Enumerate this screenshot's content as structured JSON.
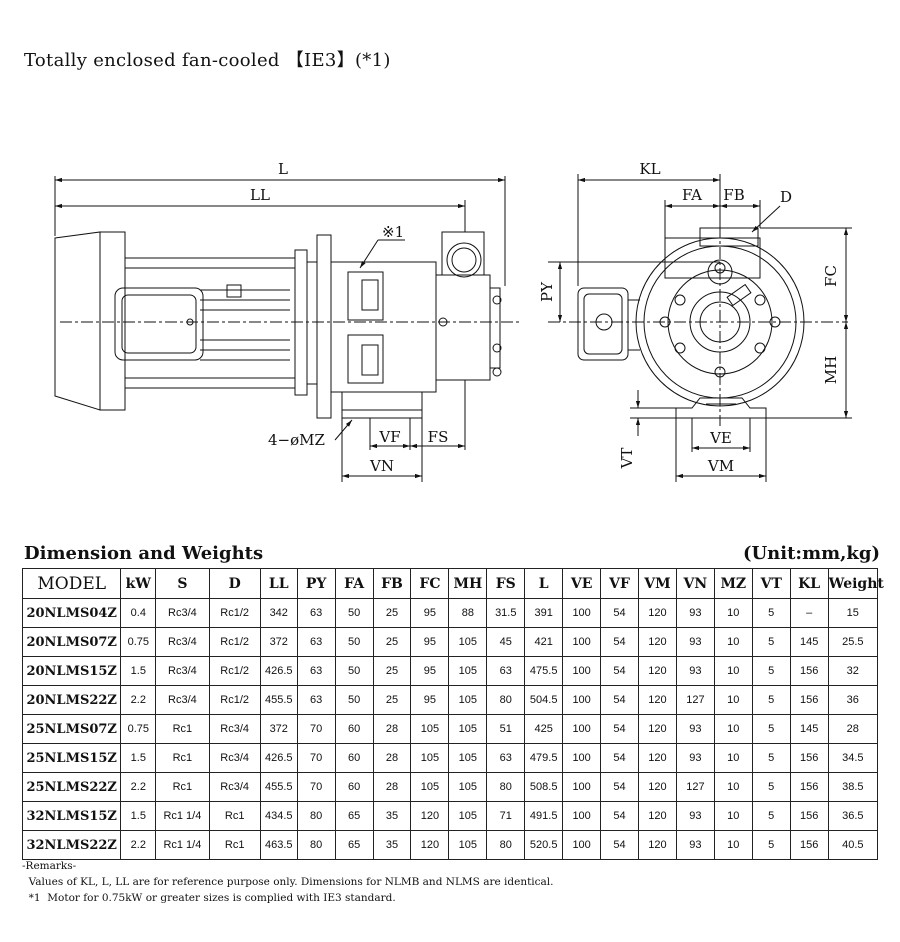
{
  "title": "Totally enclosed fan-cooled 【IE3】(*1)",
  "drawing": {
    "labels": {
      "L": "L",
      "LL": "LL",
      "star1": "※1",
      "four_mz": "4−øMZ",
      "VF": "VF",
      "FS": "FS",
      "VN": "VN",
      "KL": "KL",
      "FA": "FA",
      "FB": "FB",
      "D": "D",
      "PY": "PY",
      "FC": "FC",
      "MH": "MH",
      "VE": "VE",
      "VM": "VM",
      "VT": "VT"
    }
  },
  "table": {
    "heading": "Dimension and Weights",
    "unit": "(Unit:mm,kg)",
    "columns": [
      "MODEL",
      "kW",
      "S",
      "D",
      "LL",
      "PY",
      "FA",
      "FB",
      "FC",
      "MH",
      "FS",
      "L",
      "VE",
      "VF",
      "VM",
      "VN",
      "MZ",
      "VT",
      "KL",
      "Weight"
    ],
    "rows": [
      [
        "20NLMS04Z",
        "0.4",
        "Rc3/4",
        "Rc1/2",
        "342",
        "63",
        "50",
        "25",
        "95",
        "88",
        "31.5",
        "391",
        "100",
        "54",
        "120",
        "93",
        "10",
        "5",
        "–",
        "15"
      ],
      [
        "20NLMS07Z",
        "0.75",
        "Rc3/4",
        "Rc1/2",
        "372",
        "63",
        "50",
        "25",
        "95",
        "105",
        "45",
        "421",
        "100",
        "54",
        "120",
        "93",
        "10",
        "5",
        "145",
        "25.5"
      ],
      [
        "20NLMS15Z",
        "1.5",
        "Rc3/4",
        "Rc1/2",
        "426.5",
        "63",
        "50",
        "25",
        "95",
        "105",
        "63",
        "475.5",
        "100",
        "54",
        "120",
        "93",
        "10",
        "5",
        "156",
        "32"
      ],
      [
        "20NLMS22Z",
        "2.2",
        "Rc3/4",
        "Rc1/2",
        "455.5",
        "63",
        "50",
        "25",
        "95",
        "105",
        "80",
        "504.5",
        "100",
        "54",
        "120",
        "127",
        "10",
        "5",
        "156",
        "36"
      ],
      [
        "25NLMS07Z",
        "0.75",
        "Rc1",
        "Rc3/4",
        "372",
        "70",
        "60",
        "28",
        "105",
        "105",
        "51",
        "425",
        "100",
        "54",
        "120",
        "93",
        "10",
        "5",
        "145",
        "28"
      ],
      [
        "25NLMS15Z",
        "1.5",
        "Rc1",
        "Rc3/4",
        "426.5",
        "70",
        "60",
        "28",
        "105",
        "105",
        "63",
        "479.5",
        "100",
        "54",
        "120",
        "93",
        "10",
        "5",
        "156",
        "34.5"
      ],
      [
        "25NLMS22Z",
        "2.2",
        "Rc1",
        "Rc3/4",
        "455.5",
        "70",
        "60",
        "28",
        "105",
        "105",
        "80",
        "508.5",
        "100",
        "54",
        "120",
        "127",
        "10",
        "5",
        "156",
        "38.5"
      ],
      [
        "32NLMS15Z",
        "1.5",
        "Rc1 1/4",
        "Rc1",
        "434.5",
        "80",
        "65",
        "35",
        "120",
        "105",
        "71",
        "491.5",
        "100",
        "54",
        "120",
        "93",
        "10",
        "5",
        "156",
        "36.5"
      ],
      [
        "32NLMS22Z",
        "2.2",
        "Rc1 1/4",
        "Rc1",
        "463.5",
        "80",
        "65",
        "35",
        "120",
        "105",
        "80",
        "520.5",
        "100",
        "54",
        "120",
        "93",
        "10",
        "5",
        "156",
        "40.5"
      ]
    ]
  },
  "remarks": [
    "-Remarks-",
    "  Values of KL, L, LL are for reference purpose only. Dimensions for NLMB and NLMS are identical.",
    "  *1  Motor for 0.75kW or greater sizes is complied with IE3 standard."
  ]
}
